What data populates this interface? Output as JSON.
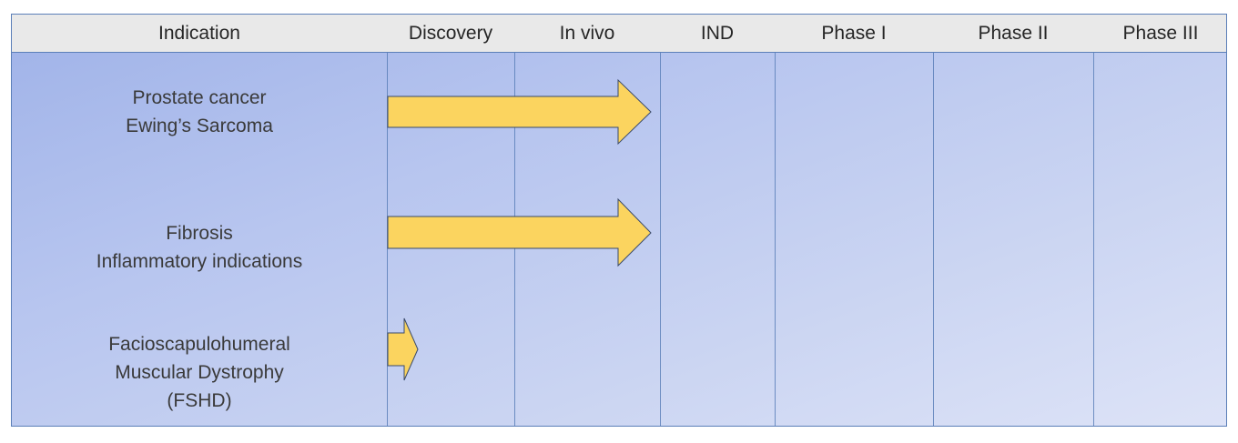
{
  "header": {
    "columns": [
      "Indication",
      "Discovery",
      "In vivo",
      "IND",
      "Phase I",
      "Phase II",
      "Phase III"
    ]
  },
  "rows": [
    {
      "lines": [
        "Prostate cancer",
        "Ewing’s Sarcoma"
      ],
      "progress_stage": "In vivo"
    },
    {
      "lines": [
        "Fibrosis",
        "Inflammatory indications"
      ],
      "progress_stage": "In vivo"
    },
    {
      "lines": [
        "Facioscapulohumeral",
        "Muscular Dystrophy",
        "(FSHD)"
      ],
      "progress_stage": "Discovery"
    }
  ],
  "colors": {
    "arrow_fill": "#fbd45f",
    "arrow_stroke": "#3a4a6a",
    "grid_line": "#5b7fb8",
    "header_bg": "#e9e9e9"
  }
}
